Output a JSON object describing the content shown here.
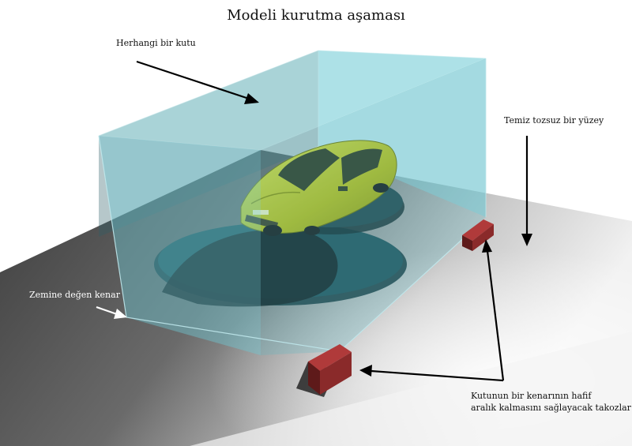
{
  "title": "Modeli kurutma aşaması",
  "labels": {
    "box": "Herhangi bir kutu",
    "surface": "Temiz tozsuz bir yüzey",
    "edge": "Zemine değen kenar",
    "blocks_line1": "Kutunun bir kenarının hafif",
    "blocks_line2": "aralık kalmasını sağlayacak takozlar"
  },
  "colors": {
    "box_glass": "#7fd0d8",
    "car_body": "#c9cc1e",
    "wood_block": "#8a2a2a",
    "arrow": "#000000",
    "floor_dark": "#4a4a4a",
    "floor_light": "#e6e6e6"
  }
}
